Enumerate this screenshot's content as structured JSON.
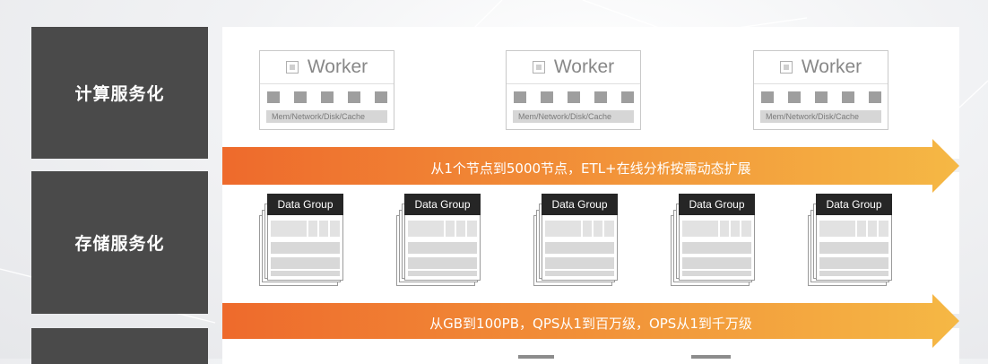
{
  "sections": [
    {
      "label": "计算服务化"
    },
    {
      "label": "存储服务化"
    },
    {
      "label": ""
    }
  ],
  "workers": [
    {
      "title": "Worker",
      "resources": "Mem/Network/Disk/Cache"
    },
    {
      "title": "Worker",
      "resources": "Mem/Network/Disk/Cache"
    },
    {
      "title": "Worker",
      "resources": "Mem/Network/Disk/Cache"
    }
  ],
  "arrows": [
    {
      "text": "从1个节点到5000节点，ETL+在线分析按需动态扩展"
    },
    {
      "text": "从GB到100PB，QPS从1到百万级，OPS从1到千万级"
    }
  ],
  "data_groups": [
    {
      "label": "Data Group"
    },
    {
      "label": "Data Group"
    },
    {
      "label": "Data Group"
    },
    {
      "label": "Data Group"
    },
    {
      "label": "Data Group"
    }
  ],
  "colors": {
    "label_bg": "#4a4a4a",
    "arrow_start": "#ee6a2c",
    "arrow_end": "#f5b845",
    "group_tag": "#262626"
  }
}
